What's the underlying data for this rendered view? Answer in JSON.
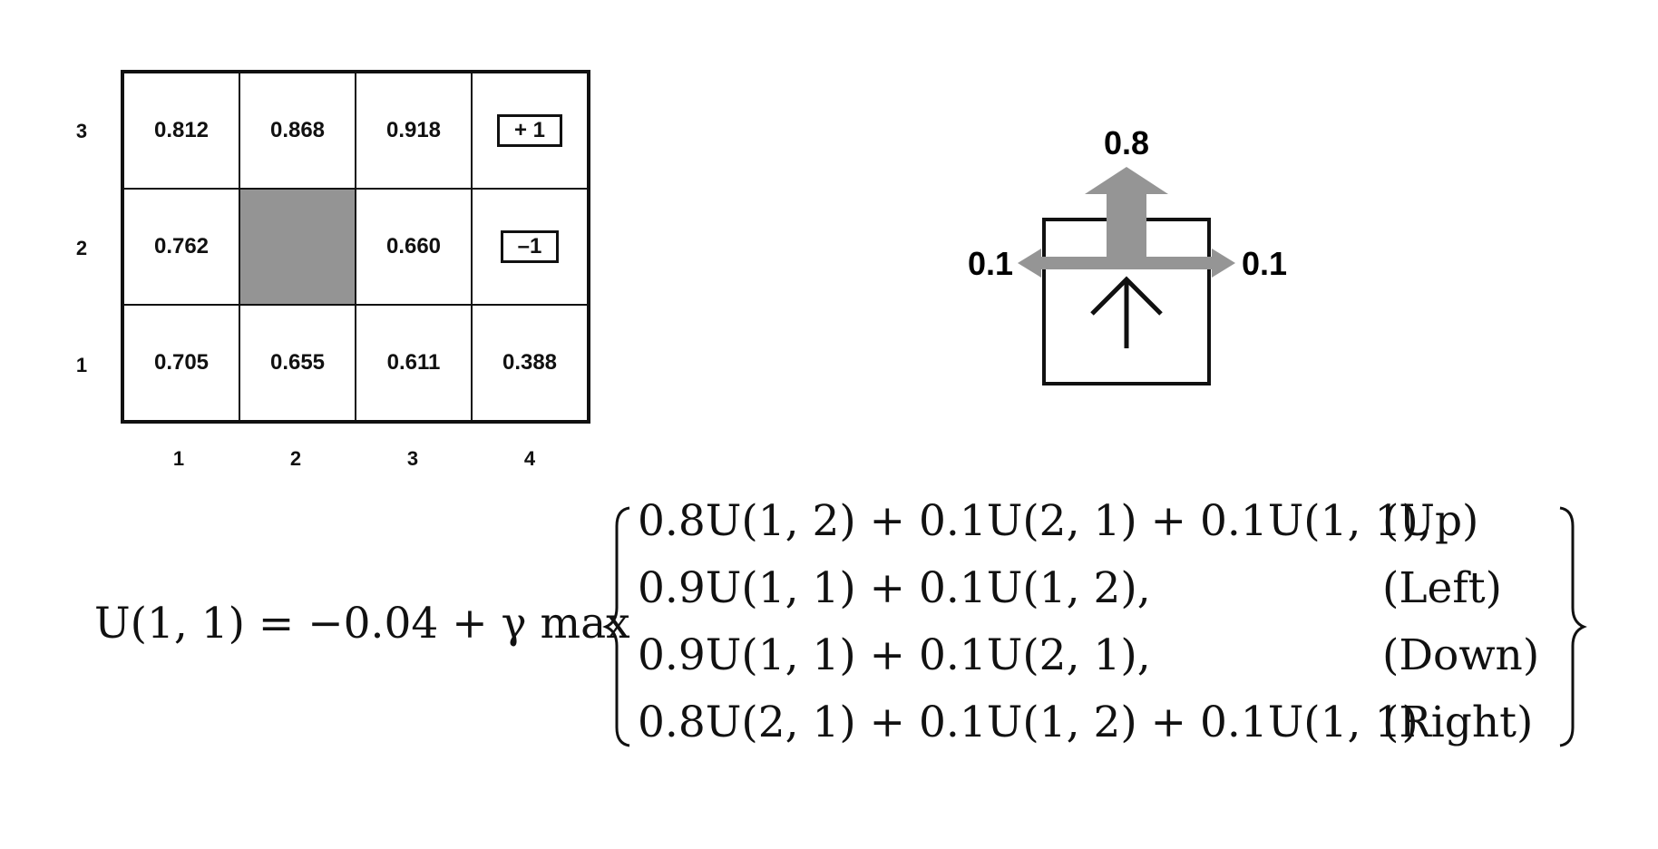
{
  "grid": {
    "row_labels": [
      "3",
      "2",
      "1"
    ],
    "col_labels": [
      "1",
      "2",
      "3",
      "4"
    ],
    "cells": [
      [
        "0.812",
        "0.868",
        "0.918",
        "+ 1"
      ],
      [
        "0.762",
        "",
        "0.660",
        "–1"
      ],
      [
        "0.705",
        "0.655",
        "0.611",
        "0.388"
      ]
    ],
    "wall": {
      "row": 2,
      "col": 2
    },
    "terminals": [
      "+ 1",
      "–1"
    ]
  },
  "transition": {
    "forward_prob": "0.8",
    "left_prob": "0.1",
    "right_prob": "0.1",
    "arrow_color": "#959595",
    "intended_arrow_color": "#111111"
  },
  "equation": {
    "lhs": "U(1, 1) = −0.04 + γ max",
    "cases": [
      {
        "expr": "0.8U(1, 2) + 0.1U(2, 1) + 0.1U(1, 1),",
        "action": "(Up)"
      },
      {
        "expr": "0.9U(1, 1) + 0.1U(1, 2),",
        "action": "(Left)"
      },
      {
        "expr": "0.9U(1, 1) + 0.1U(2, 1),",
        "action": "(Down)"
      },
      {
        "expr": "0.8U(2, 1) + 0.1U(1, 2) + 0.1U(1, 1)",
        "action": "(Right)"
      }
    ]
  }
}
